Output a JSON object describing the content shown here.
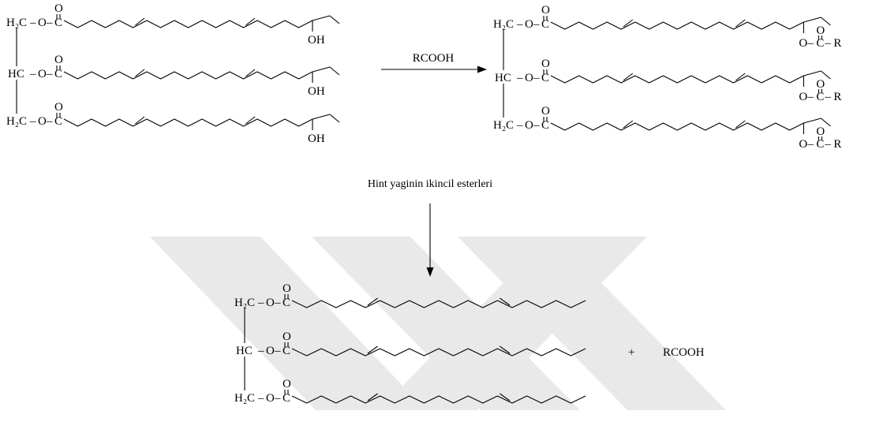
{
  "labels": {
    "h2c": "H₂C",
    "hc": "HC",
    "o": "O",
    "dash": "–",
    "c": "C",
    "oh": "OH",
    "r": "R"
  },
  "reagent_top": "RCOOH",
  "caption": "Hint yaginin ikincil esterleri",
  "plus": "+",
  "byproduct": "RCOOH"
}
